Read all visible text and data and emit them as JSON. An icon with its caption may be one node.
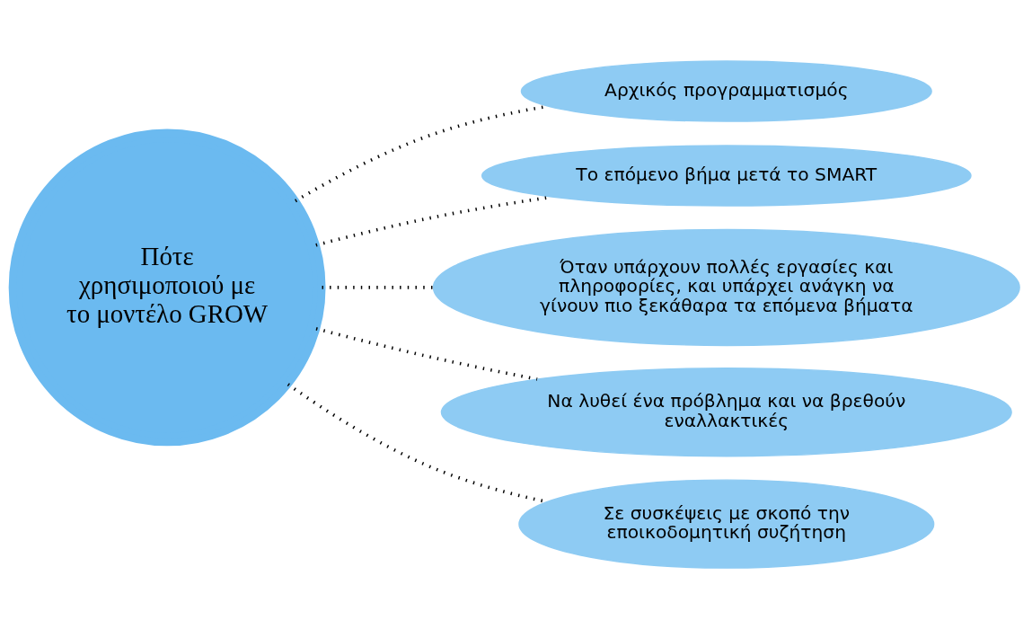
{
  "diagram": {
    "nodes": [
      {
        "text": [
          "Πότε χρησιμοποιού με το μοντέλο GROW"
        ]
      },
      {
        "text": [
          "Αρχικός προγραμματισμός"
        ]
      },
      {
        "text": [
          "Το επόμενο βήμα μετά το SMART"
        ]
      },
      {
        "text": [
          "Όταν υπάρχουν πολλές εργασίες και πληροφορίες, και υπάρχει ανάγκη να γίνουν πιο ξεκάθαρα τα επόμενα βήματα"
        ]
      },
      {
        "text": [
          "Να λυθεί ένα πρόβλημα και να βρεθούν εναλλακτικές"
        ]
      },
      {
        "text": [
          "Σε συσκέψεις με σκοπό την εποικοδομητική συζήτηση"
        ]
      }
    ],
    "edges": [
      {
        "from": 0,
        "to": 1,
        "arrow": "none",
        "style": "dashed"
      },
      {
        "from": 0,
        "to": 2,
        "arrow": "none",
        "style": "dashed"
      },
      {
        "from": 0,
        "to": 3,
        "arrow": "none",
        "style": "dashed"
      },
      {
        "from": 0,
        "to": 4,
        "arrow": "none",
        "style": "dashed"
      },
      {
        "from": 0,
        "to": 5,
        "arrow": "none",
        "style": "dashed"
      }
    ]
  }
}
